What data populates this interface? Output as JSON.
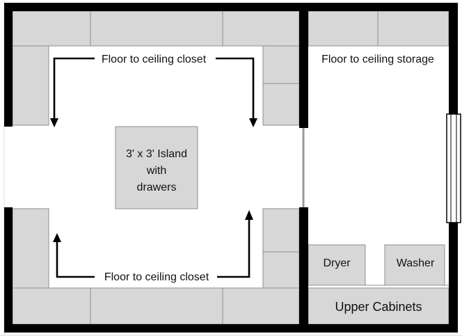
{
  "labels": {
    "top_closet": "Floor to ceiling closet",
    "bottom_closet": "Floor to ceiling closet",
    "storage": "Floor to ceiling storage",
    "island_line1": "3' x 3' Island",
    "island_line2": "with",
    "island_line3": "drawers",
    "dryer": "Dryer",
    "washer": "Washer",
    "upper_cabinets": "Upper Cabinets"
  },
  "colors": {
    "wall": "#000000",
    "cabinet_fill": "#d7d7d7",
    "cabinet_stroke": "#8e8e8e",
    "floor": "#ffffff",
    "grid": "#d6dcd6"
  }
}
